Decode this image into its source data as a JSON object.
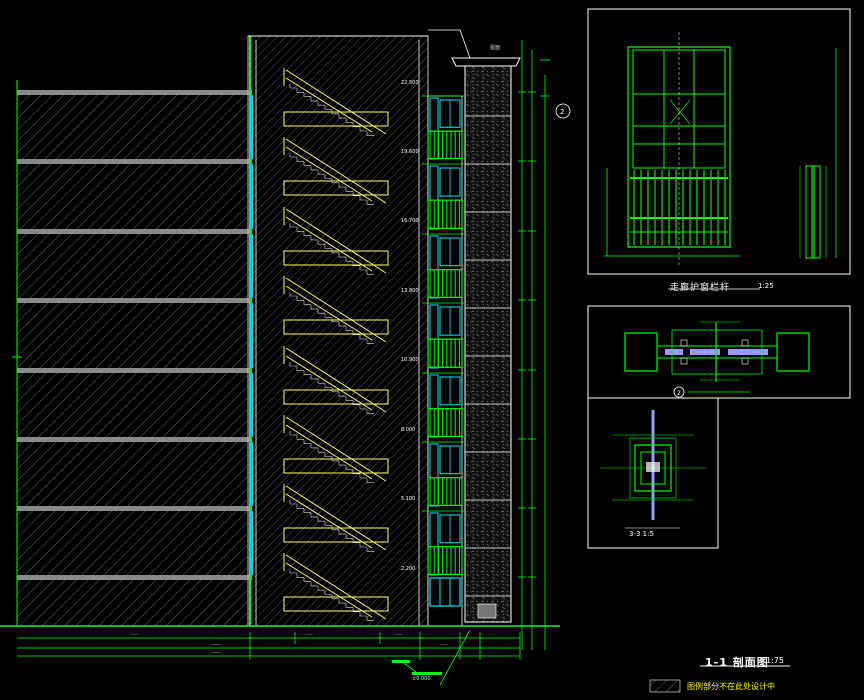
{
  "drawing": {
    "main_title": "1-1 剖面图",
    "main_scale": "1:75",
    "detail_b_title": "走廊护窗栏杆",
    "detail_b_scale": "1:25",
    "detail_c_title": "3-3",
    "detail_c_scale": "1:5",
    "note": "图例部分不在此处设计中",
    "level_labels": [
      "2.200",
      "5.100",
      "8.000",
      "10.900",
      "13.800",
      "16.700",
      "19.600",
      "22.500"
    ],
    "roof_label": "屋面",
    "ground_label": "±0.000"
  },
  "colors": {
    "background": "#000000",
    "wall": "#ffffff",
    "stair": "#ffff66",
    "window": "#00ff00",
    "glass": "#00e5ff",
    "hatch": "#808080",
    "dim": "#00ff00"
  }
}
